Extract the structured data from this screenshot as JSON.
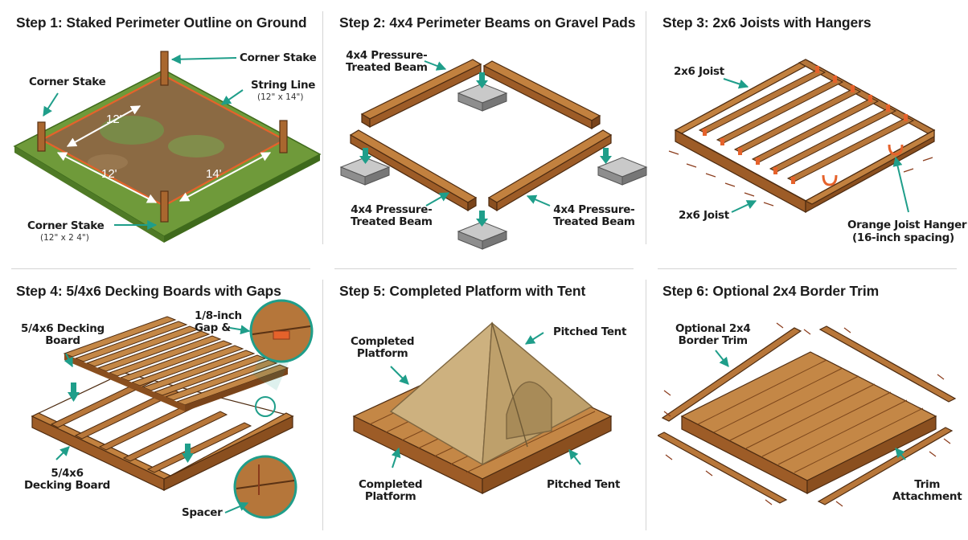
{
  "colors": {
    "accent_teal": "#1f9e8a",
    "wood": "#a9672f",
    "wood_dark": "#6e3f1a",
    "hanger_orange": "#e5622b",
    "gravel": "#a9a9a9",
    "grass": "#5a8f2c",
    "tent": "#cdb17f"
  },
  "step1": {
    "title": "Step 1: Staked Perimeter Outline on Ground",
    "corner_stake_top_right": "Corner Stake",
    "corner_stake_left": "Corner Stake",
    "string_line": "String Line",
    "string_line_dims": "(12\" x 14\")",
    "corner_stake_bottom": "Corner Stake",
    "corner_stake_bottom_dims": "(12\" x 2 4\")",
    "dim_top": "12'",
    "dim_left": "12'",
    "dim_right": "14'"
  },
  "step2": {
    "title": "Step 2: 4x4 Perimeter Beams on Gravel Pads",
    "beam_top": "4x4 Pressure-\nTreated Beam",
    "beam_left": "4x4 Pressure-\nTreated Beam",
    "beam_right": "4x4 Pressure-\nTreated Beam"
  },
  "step3": {
    "title": "Step 3: 2x6 Joists with Hangers",
    "joist_top": "2x6 Joist",
    "joist_bottom": "2x6 Joist",
    "hanger": "Orange Joist Hanger",
    "hanger_spacing": "(16-inch spacing)"
  },
  "step4": {
    "title": "Step 4: 5/4x6 Decking Boards with Gaps",
    "decking_top": "5/4x6 Decking\nBoard",
    "gap": "1/8-inch\nGap &",
    "decking_bottom": "5/4x6\nDecking Board",
    "spacer": "Spacer"
  },
  "step5": {
    "title": "Step 5: Completed Platform with Tent",
    "platform_top": "Completed\nPlatform",
    "tent_top": "Pitched Tent",
    "platform_bottom": "Completed\nPlatform",
    "tent_bottom": "Pitched Tent"
  },
  "step6": {
    "title": "Step 6: Optional 2x4 Border Trim",
    "trim_label": "Optional 2x4\nBorder Trim",
    "trim_attachment": "Trim\nAttachment"
  }
}
